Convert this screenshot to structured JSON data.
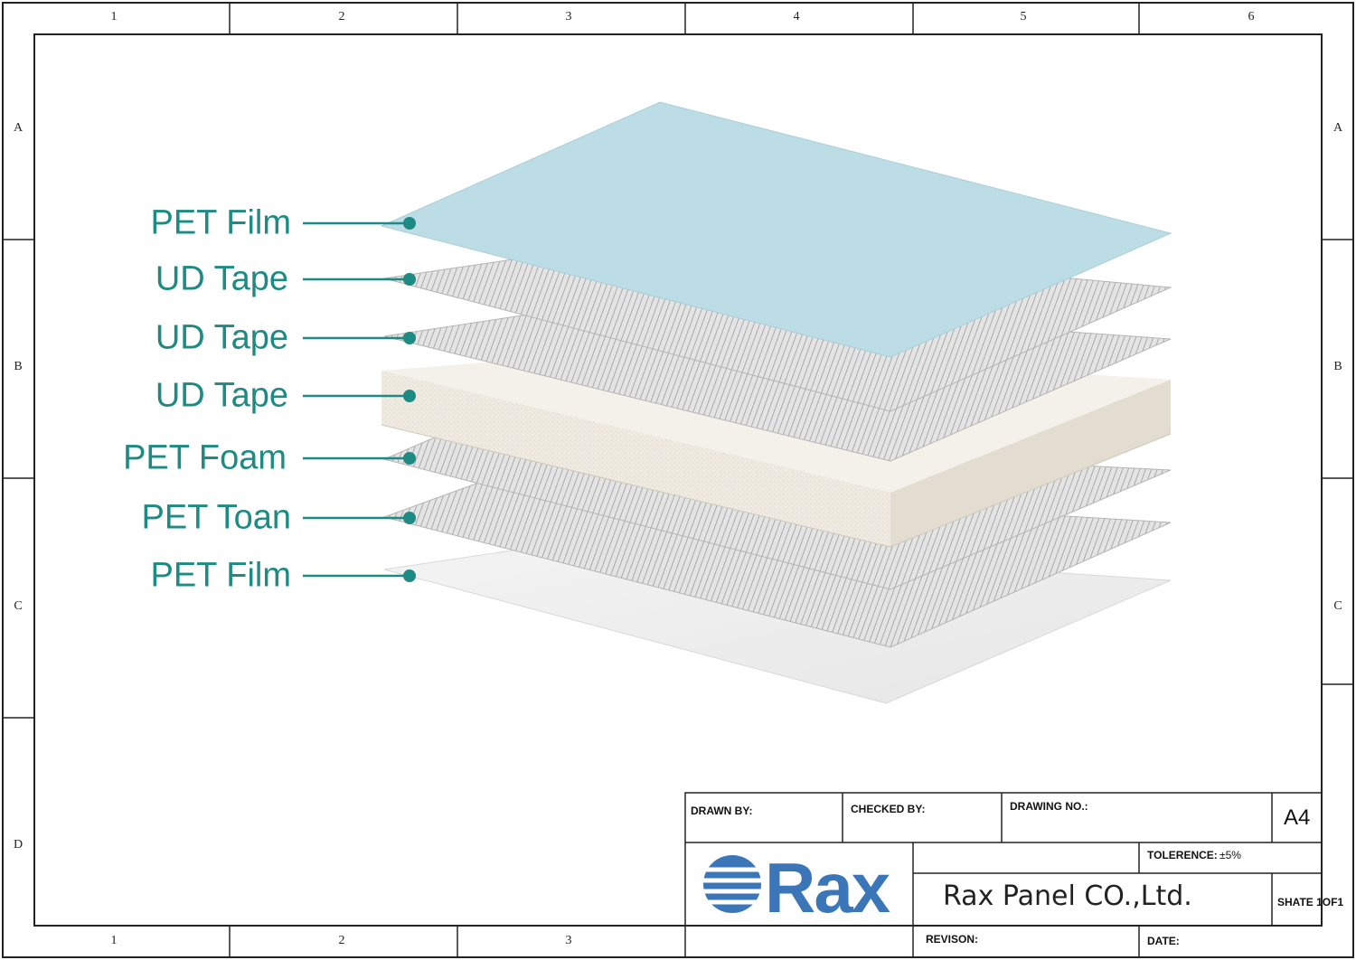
{
  "frame": {
    "columns": [
      "1",
      "2",
      "3",
      "4",
      "5",
      "6"
    ],
    "bottom_columns": [
      "1",
      "2",
      "3"
    ],
    "rows": [
      "A",
      "B",
      "C",
      "D"
    ]
  },
  "layers": [
    {
      "label": "PET Film",
      "material": "film-blue"
    },
    {
      "label": "UD Tape",
      "material": "fiber"
    },
    {
      "label": "UD Tape",
      "material": "fiber"
    },
    {
      "label": "UD Tape",
      "material": "foam"
    },
    {
      "label": "PET Foam",
      "material": "fiber"
    },
    {
      "label": "PET Toan",
      "material": "fiber"
    },
    {
      "label": "PET Film",
      "material": "film-white"
    }
  ],
  "colors": {
    "accent": "#1d8a84",
    "film_blue": "#bcdde5",
    "foam": "#ece8de",
    "logo_blue": "#3b77b8"
  },
  "title_block": {
    "drawn_by_label": "DRAWN BY:",
    "checked_by_label": "CHECKED BY:",
    "drawing_no_label": "DRAWING NO.:",
    "size": "A4",
    "tolerance_label": "TOLERENCE:",
    "tolerance_value": "±5%",
    "company": "Rax Panel CO.,Ltd.",
    "sheet": "SHATE 1OF1",
    "revision_label": "REVISON:",
    "date_label": "DATE:",
    "logo_text": "Rax",
    "logo_icon": "globe-stripes-icon"
  }
}
